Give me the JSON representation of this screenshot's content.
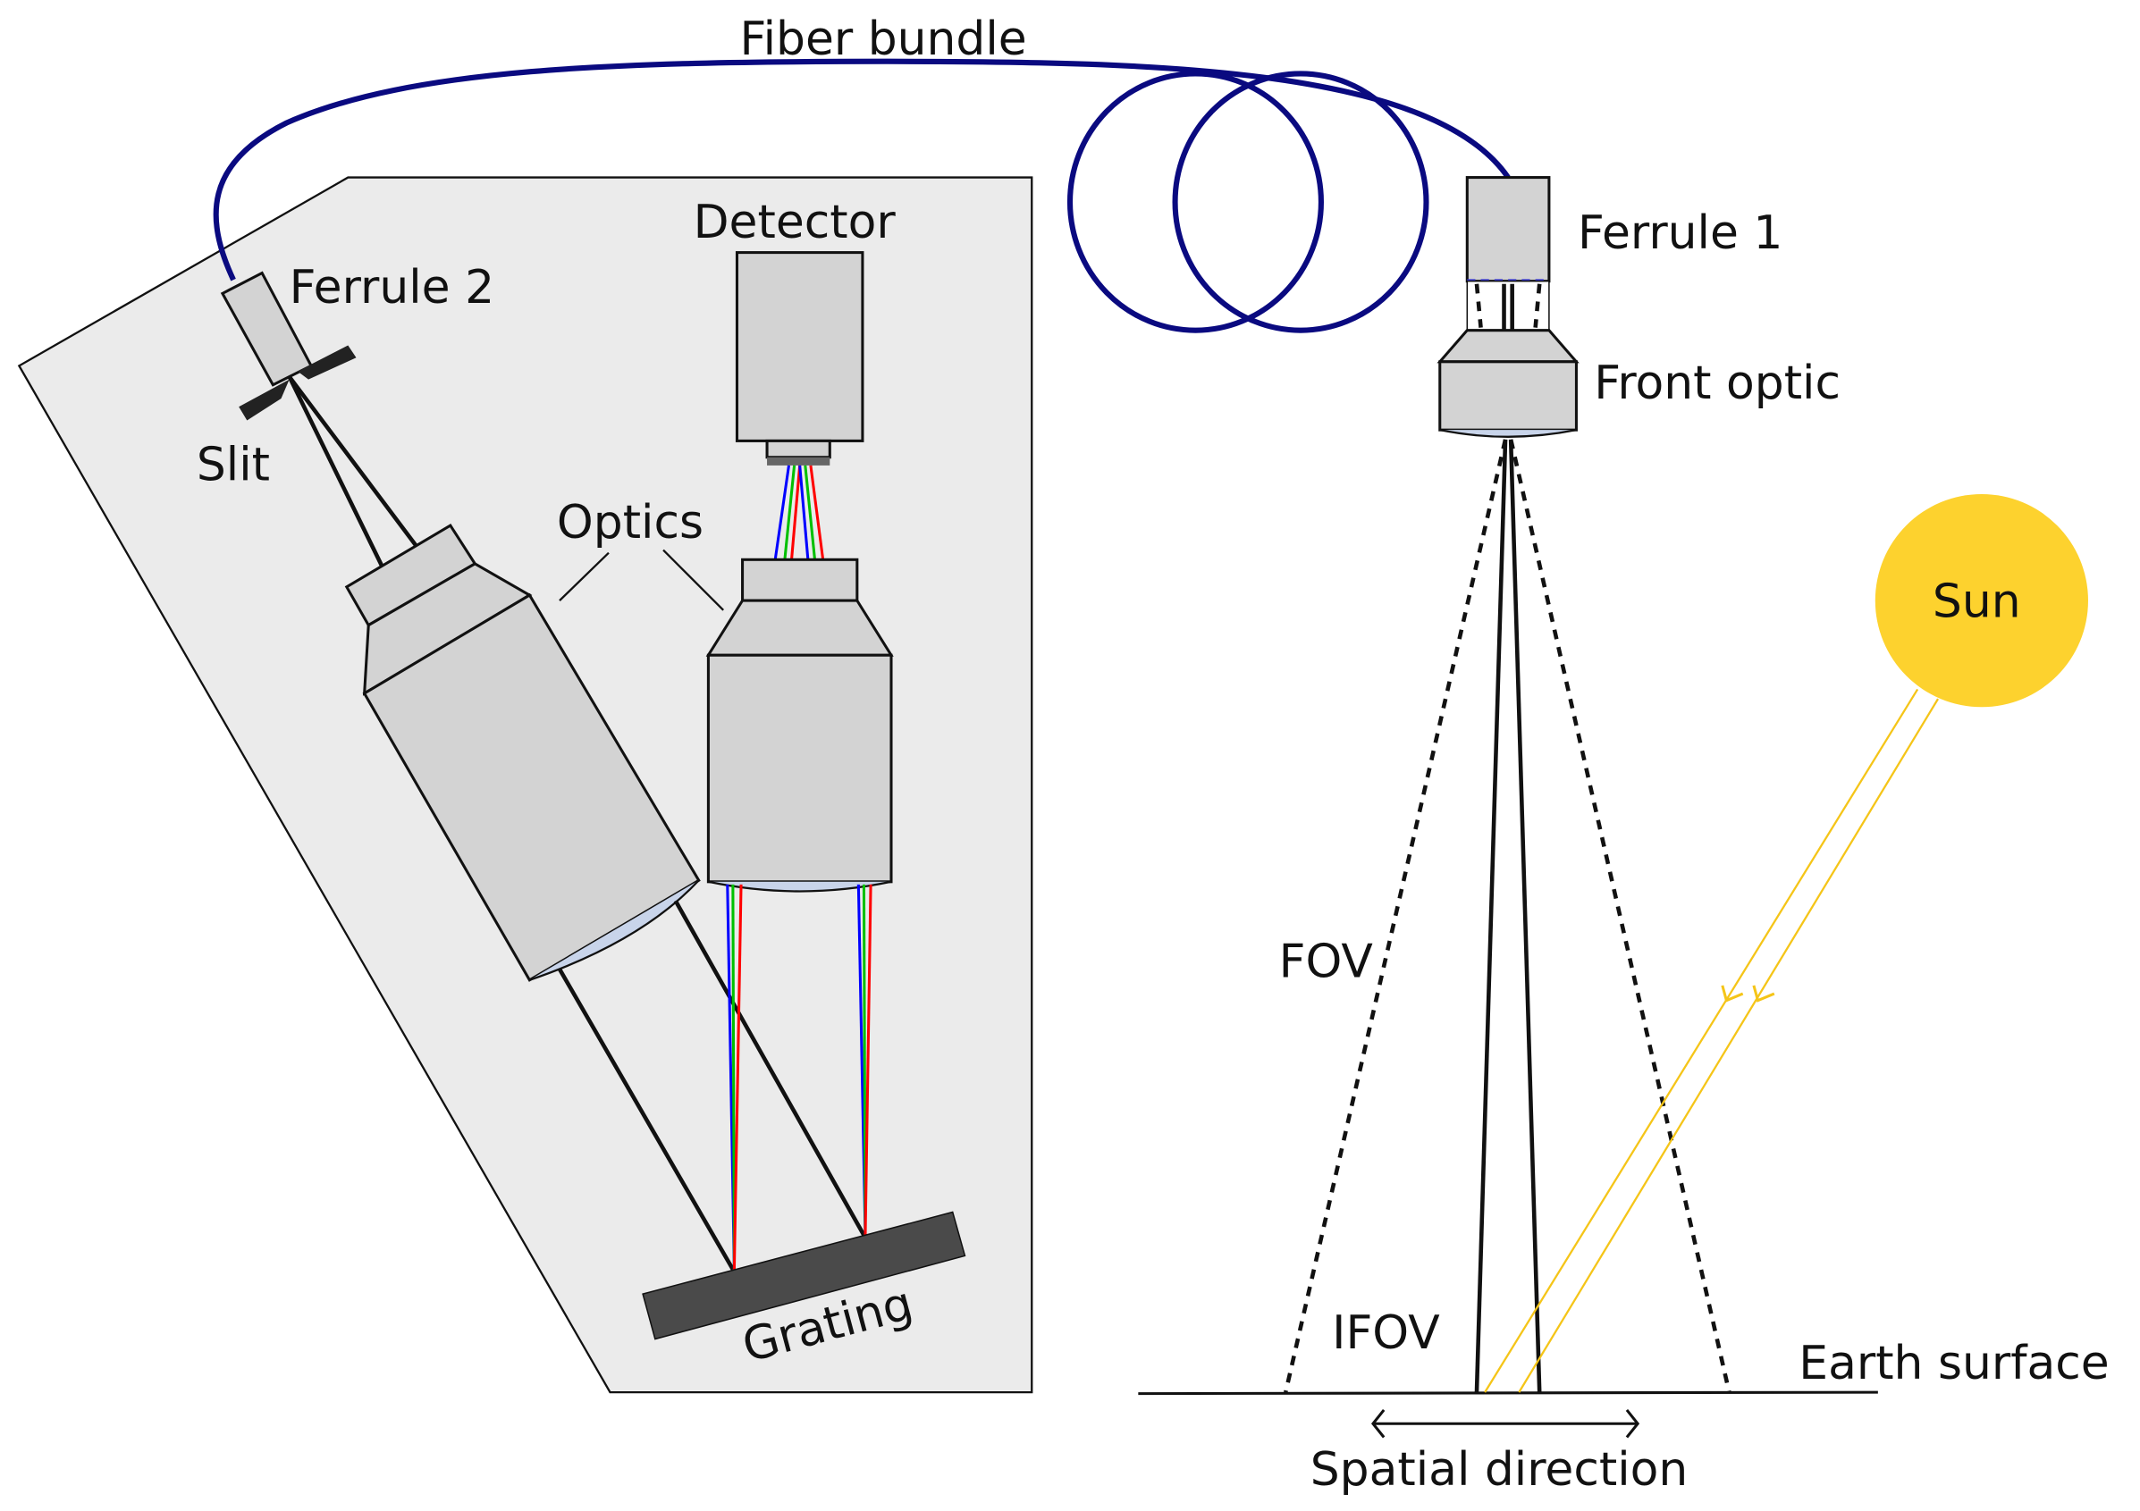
{
  "diagram": {
    "type": "spectrometer-schematic",
    "labels": {
      "fiber_bundle": "Fiber bundle",
      "ferrule_1": "Ferrule 1",
      "ferrule_2": "Ferrule 2",
      "front_optic": "Front optic",
      "detector": "Detector",
      "slit": "Slit",
      "optics": "Optics",
      "grating": "Grating",
      "sun": "Sun",
      "fov": "FOV",
      "ifov": "IFOV",
      "earth_surface": "Earth surface",
      "spatial_direction": "Spatial direction"
    },
    "colors": {
      "fiber": "#0a0a80",
      "housing": "#ebebeb",
      "component": "#d3d3d3",
      "grating": "#4a4a4a",
      "sun": "#fdd22e",
      "sunray": "#f5c518",
      "ray_blue": "#0000ff",
      "ray_green": "#00c000",
      "ray_red": "#ff0000",
      "lens": "#c8d4ea"
    }
  }
}
